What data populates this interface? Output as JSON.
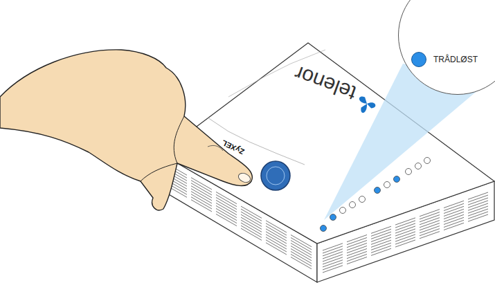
{
  "diagram": {
    "nodes": [
      {
        "text": [
          "TRÅDLØST"
        ]
      }
    ],
    "labels": [
      "telenor",
      "ZyXEL"
    ]
  }
}
